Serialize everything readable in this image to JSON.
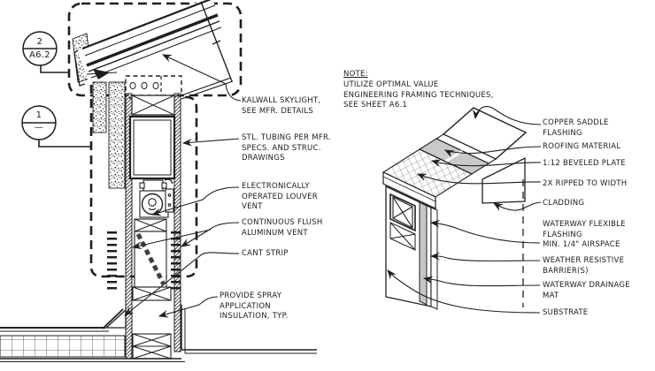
{
  "page": {
    "background": "#ffffff",
    "line_color": "#1f1f1f",
    "shade_color": "#c9c9c9"
  },
  "left_detail": {
    "callout_top": {
      "number": "2",
      "sheet": "A6.2"
    },
    "callout_bottom": {
      "number": "1",
      "sheet": "—"
    },
    "labels": {
      "kalwall": "KALWALL SKYLIGHT,\nSEE MFR. DETAILS",
      "stl_tubing": "STL. TUBING PER MFR.\nSPECS. AND STRUC.\nDRAWINGS",
      "louver_vent": "ELECTRONICALLY\nOPERATED LOUVER\nVENT",
      "aluminum_vent": "CONTINUOUS FLUSH\nALUMINUM VENT",
      "cant_strip": "CANT STRIP",
      "spray_insulation": "PROVIDE SPRAY\nAPPLICATION\nINSULATION, TYP."
    }
  },
  "note": {
    "heading": "NOTE:",
    "body": "UTILIZE OPTIMAL VALUE\nENGINEERING FRAMING TECHNIQUES,\nSEE SHEET A6.1"
  },
  "right_detail": {
    "labels": {
      "copper_saddle": "COPPER SADDLE\nFLASHING",
      "roofing_material": "ROOFING MATERIAL",
      "beveled_plate": "1:12 BEVELED PLATE",
      "ripped_2x": "2X RIPPED TO WIDTH",
      "cladding": "CLADDING",
      "waterway_flexible": "WATERWAY FLEXIBLE\nFLASHING\nMIN. 1/4\" AIRSPACE",
      "weather_barrier": "WEATHER RESISTIVE\nBARRIER(S)",
      "drainage_mat": "WATERWAY DRAINAGE\nMAT",
      "substrate": "SUBSTRATE"
    }
  }
}
